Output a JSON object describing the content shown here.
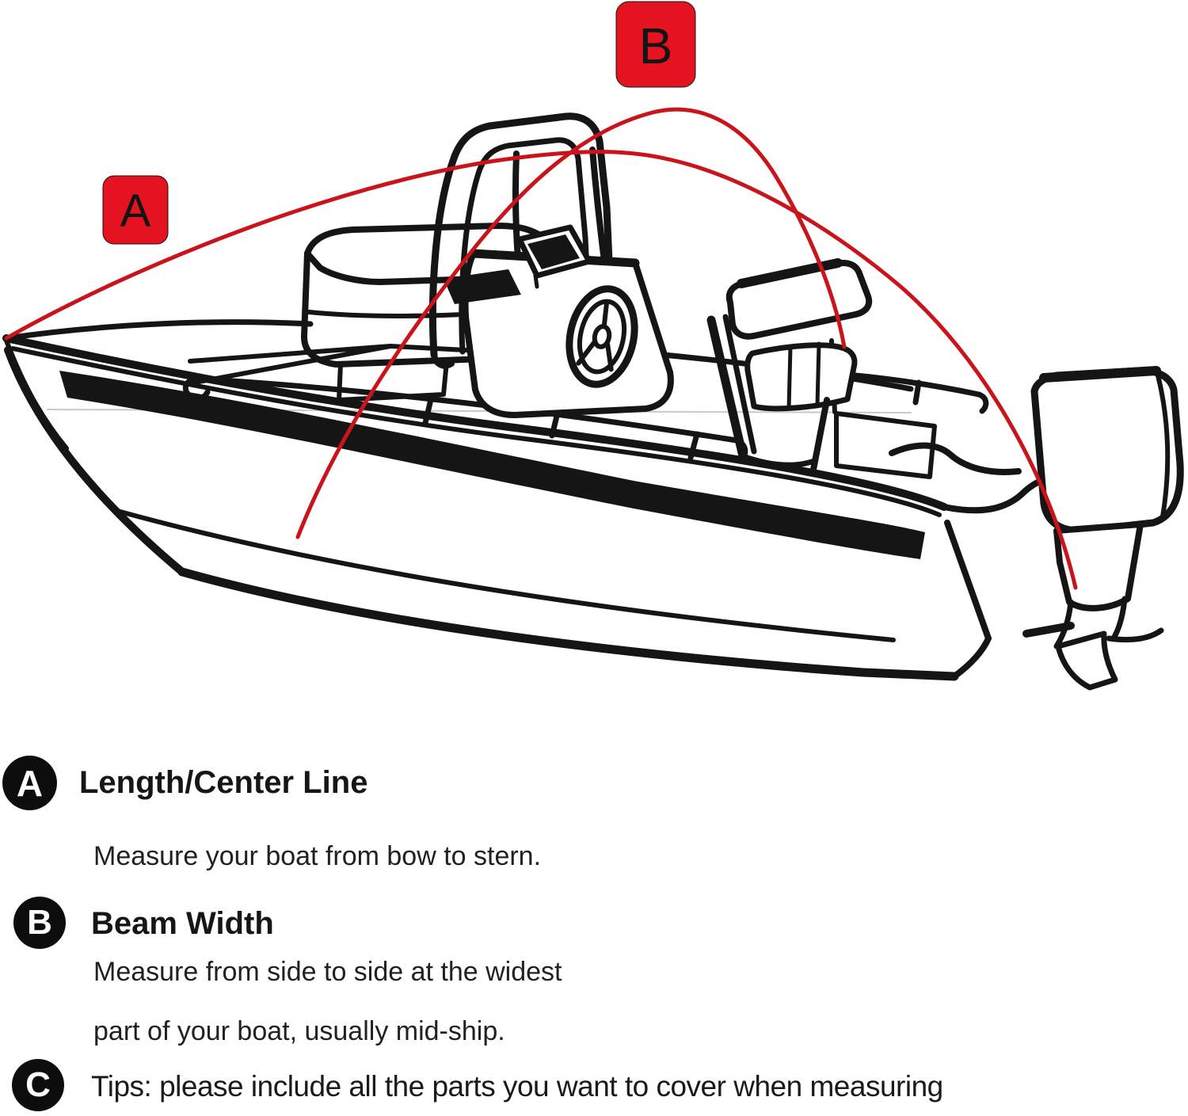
{
  "diagram": {
    "marker_a": "A",
    "marker_b": "B",
    "subject": "center-console boat line drawing with measurement arcs"
  },
  "legend": {
    "a": {
      "badge": "A",
      "title": "Length/Center Line",
      "body": "Measure your boat from bow to stern."
    },
    "b": {
      "badge": "B",
      "title": "Beam Width",
      "body1": "Measure from side to side at the widest",
      "body2": "part of your boat, usually mid-ship."
    },
    "c": {
      "badge": "C",
      "tips": "Tips: please include all the parts you want to cover when measuring"
    }
  },
  "colors": {
    "marker_red": "#e5131f",
    "arc_red": "#c9141c",
    "ink": "#151515",
    "badge_black": "#0d0d0d"
  }
}
